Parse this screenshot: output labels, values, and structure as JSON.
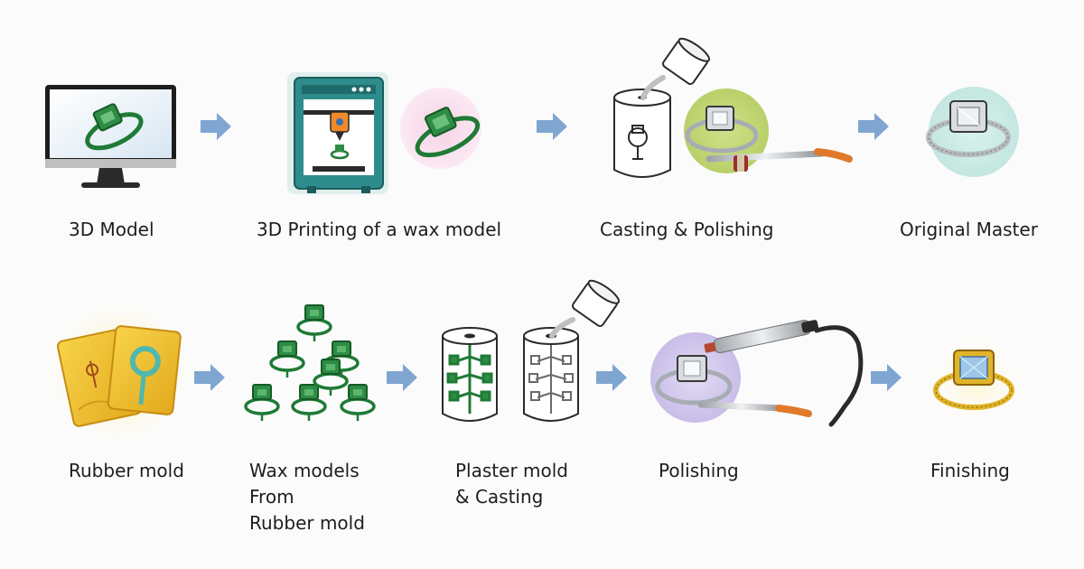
{
  "diagram": {
    "steps": [
      {
        "label": "3D Model"
      },
      {
        "label": "3D Printing of a wax model"
      },
      {
        "label": "Casting & Polishing"
      },
      {
        "label": "Original Master"
      },
      {
        "label": "Rubber mold"
      },
      {
        "label_lines": [
          "Wax models",
          "From",
          "Rubber mold"
        ]
      },
      {
        "label_lines": [
          "Plaster mold",
          "& Casting"
        ]
      },
      {
        "label": "Polishing"
      },
      {
        "label": "Finishing"
      }
    ]
  },
  "colors": {
    "arrow": "#7fa6d1",
    "wax_green": "#1f7a35",
    "silver": "#c9cdd2",
    "gold": "#e0b428",
    "gem_blue": "#9fc6e8",
    "printer_teal": "#2e8c8c",
    "rubber_yellow": "#f2c230",
    "handle_orange": "#e07a2a"
  }
}
